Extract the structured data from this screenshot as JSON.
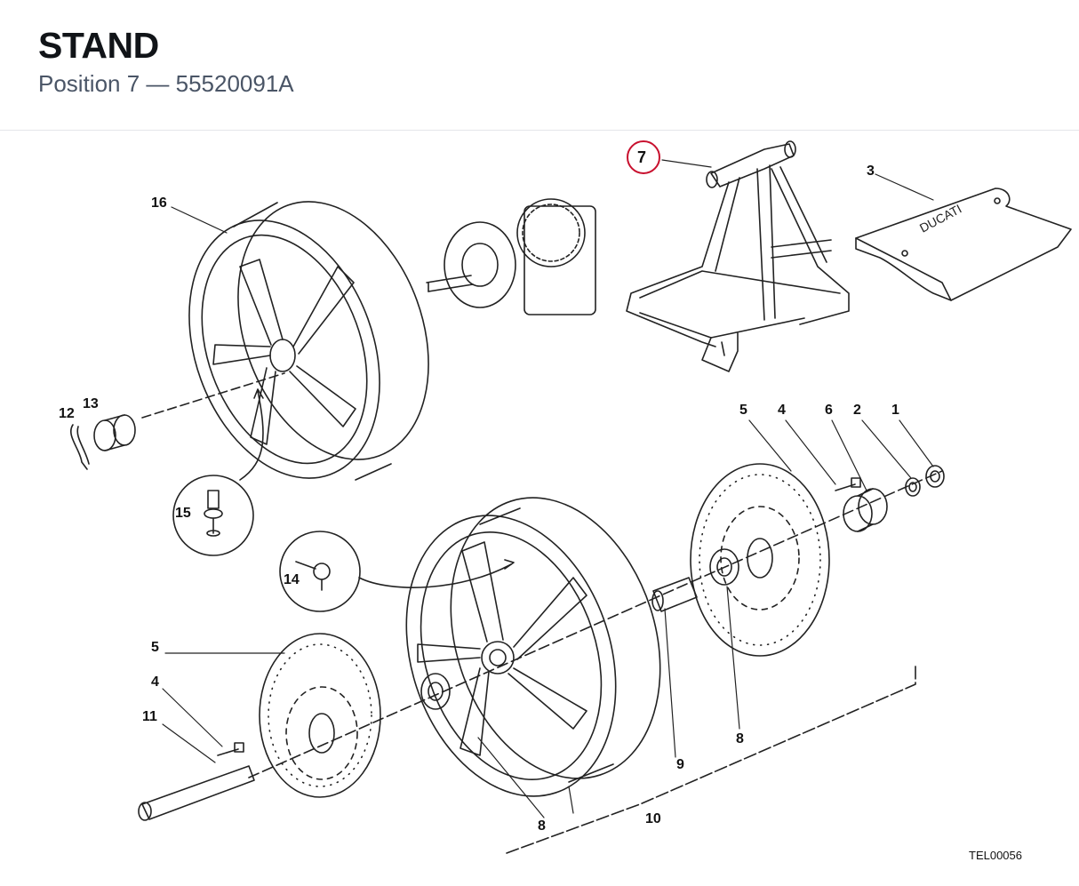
{
  "header": {
    "title": "STAND",
    "subtitle": "Position 7 — 55520091A"
  },
  "diagram": {
    "highlighted_position": "7",
    "reference_code": "TEL00056",
    "decal_text": "DUCATI",
    "callouts": [
      "16",
      "13",
      "12",
      "15",
      "14",
      "5",
      "4",
      "11",
      "8",
      "10",
      "9",
      "8",
      "5",
      "4",
      "6",
      "2",
      "1",
      "3",
      "7"
    ]
  },
  "colors": {
    "highlight": "#c8102e",
    "line": "#222222"
  }
}
